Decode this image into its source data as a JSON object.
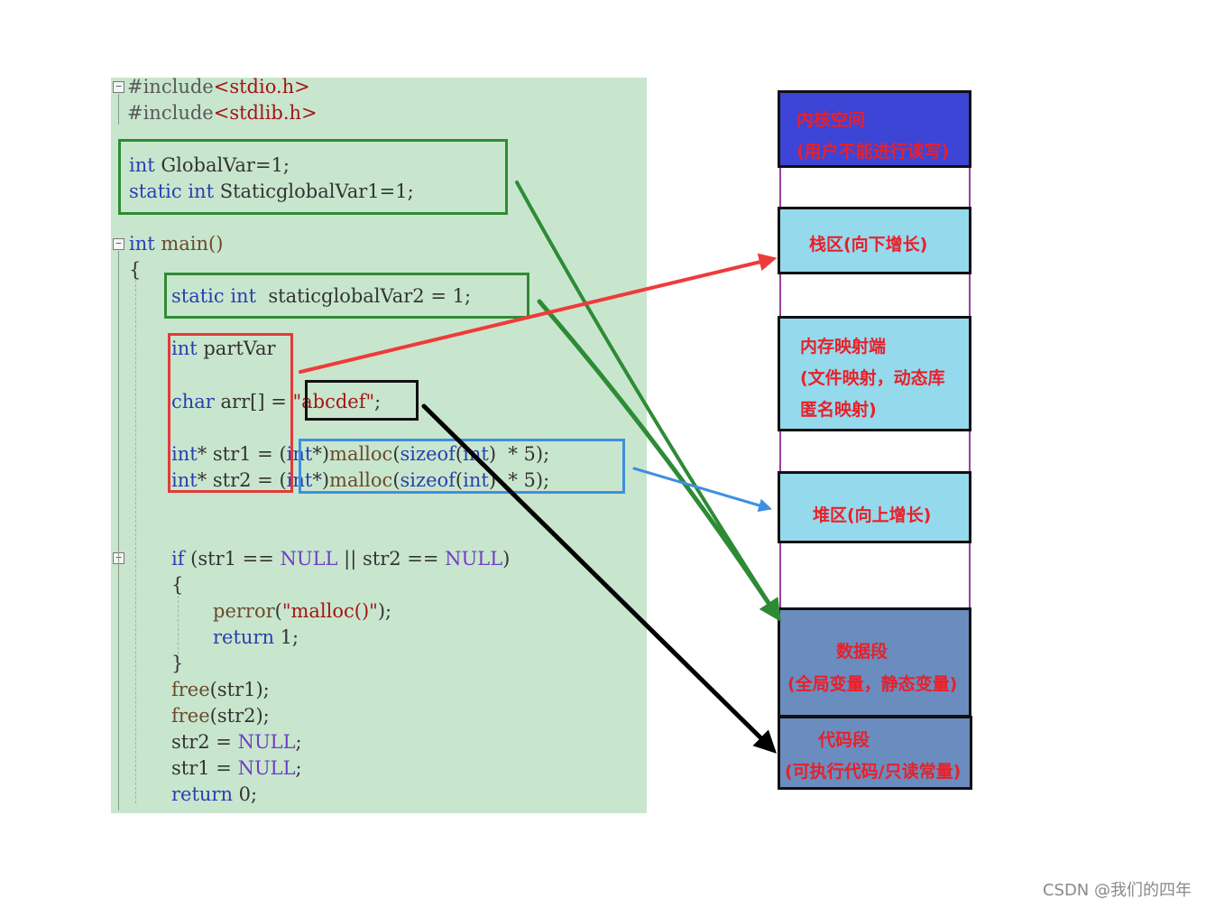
{
  "code": {
    "lines": [
      {
        "segs": [
          {
            "t": "#include",
            "c": "macro"
          },
          {
            "t": "<stdio.h>",
            "c": "str"
          }
        ]
      },
      {
        "segs": [
          {
            "t": "#include",
            "c": "macro"
          },
          {
            "t": "<stdlib.h>",
            "c": "str"
          }
        ]
      },
      {
        "segs": [
          {
            "t": "int",
            "c": "kw"
          },
          {
            "t": " GlobalVar=1;",
            "c": ""
          }
        ]
      },
      {
        "segs": [
          {
            "t": "static",
            "c": "kw"
          },
          {
            "t": " ",
            "c": ""
          },
          {
            "t": "int",
            "c": "kw"
          },
          {
            "t": " StaticglobalVar1=1;",
            "c": ""
          }
        ]
      },
      {
        "segs": [
          {
            "t": "int",
            "c": "kw"
          },
          {
            "t": " main()",
            "c": "fn"
          }
        ]
      },
      {
        "segs": [
          {
            "t": "{",
            "c": ""
          }
        ]
      },
      {
        "segs": [
          {
            "t": "static",
            "c": "kw"
          },
          {
            "t": " ",
            "c": ""
          },
          {
            "t": "int",
            "c": "kw"
          },
          {
            "t": "  staticglobalVar2 = 1;",
            "c": ""
          }
        ]
      },
      {
        "segs": [
          {
            "t": "int",
            "c": "kw"
          },
          {
            "t": " partVar",
            "c": ""
          }
        ]
      },
      {
        "segs": [
          {
            "t": "char",
            "c": "kw"
          },
          {
            "t": " arr[] = ",
            "c": ""
          },
          {
            "t": "\"abcdef\"",
            "c": "str"
          },
          {
            "t": ";",
            "c": ""
          }
        ]
      },
      {
        "segs": [
          {
            "t": "int",
            "c": "kw"
          },
          {
            "t": "* str1 = ",
            "c": ""
          },
          {
            "t": "(",
            "c": ""
          },
          {
            "t": "int",
            "c": "kw"
          },
          {
            "t": "*)",
            "c": ""
          },
          {
            "t": "malloc",
            "c": "fn"
          },
          {
            "t": "(",
            "c": ""
          },
          {
            "t": "sizeof",
            "c": "kw"
          },
          {
            "t": "(",
            "c": ""
          },
          {
            "t": "int",
            "c": "kw"
          },
          {
            "t": ")  * 5);",
            "c": ""
          }
        ]
      },
      {
        "segs": [
          {
            "t": "int",
            "c": "kw"
          },
          {
            "t": "* str2 = ",
            "c": ""
          },
          {
            "t": "(",
            "c": ""
          },
          {
            "t": "int",
            "c": "kw"
          },
          {
            "t": "*)",
            "c": ""
          },
          {
            "t": "malloc",
            "c": "fn"
          },
          {
            "t": "(",
            "c": ""
          },
          {
            "t": "sizeof",
            "c": "kw"
          },
          {
            "t": "(",
            "c": ""
          },
          {
            "t": "int",
            "c": "kw"
          },
          {
            "t": ")  * 5);",
            "c": ""
          }
        ]
      },
      {
        "segs": [
          {
            "t": "if",
            "c": "kw"
          },
          {
            "t": " (str1 == ",
            "c": ""
          },
          {
            "t": "NULL",
            "c": "nul"
          },
          {
            "t": " || str2 == ",
            "c": ""
          },
          {
            "t": "NULL",
            "c": "nul"
          },
          {
            "t": ")",
            "c": ""
          }
        ]
      },
      {
        "segs": [
          {
            "t": "{",
            "c": ""
          }
        ]
      },
      {
        "segs": [
          {
            "t": "perror",
            "c": "fn"
          },
          {
            "t": "(",
            "c": ""
          },
          {
            "t": "\"malloc()\"",
            "c": "str"
          },
          {
            "t": ");",
            "c": ""
          }
        ]
      },
      {
        "segs": [
          {
            "t": "return",
            "c": "kw"
          },
          {
            "t": " 1;",
            "c": ""
          }
        ]
      },
      {
        "segs": [
          {
            "t": "}",
            "c": ""
          }
        ]
      },
      {
        "segs": [
          {
            "t": "free",
            "c": "fn"
          },
          {
            "t": "(str1);",
            "c": ""
          }
        ]
      },
      {
        "segs": [
          {
            "t": "free",
            "c": "fn"
          },
          {
            "t": "(str2);",
            "c": ""
          }
        ]
      },
      {
        "segs": [
          {
            "t": "str2 = ",
            "c": ""
          },
          {
            "t": "NULL",
            "c": "nul"
          },
          {
            "t": ";",
            "c": ""
          }
        ]
      },
      {
        "segs": [
          {
            "t": "str1 = ",
            "c": ""
          },
          {
            "t": "NULL",
            "c": "nul"
          },
          {
            "t": ";",
            "c": ""
          }
        ]
      },
      {
        "segs": [
          {
            "t": "return",
            "c": "kw"
          },
          {
            "t": " 0;",
            "c": ""
          }
        ]
      }
    ]
  },
  "memory_segments": [
    {
      "lines": [
        "内核空间",
        "(用户不能进行读写)"
      ],
      "fill": "#3d45d6"
    },
    {
      "lines": [
        "栈区(向下增长)"
      ],
      "fill": "#95d9ec"
    },
    {
      "lines": [
        "内存映射端",
        "(文件映射，动态库",
        "匿名映射)"
      ],
      "fill": "#95d9ec"
    },
    {
      "lines": [
        "堆区(向上增长)"
      ],
      "fill": "#95d9ec"
    },
    {
      "lines": [
        "数据段",
        "(全局变量，静态变量)"
      ],
      "fill": "#6b8cbe"
    },
    {
      "lines": [
        "代码段",
        "(可执行代码/只读常量)"
      ],
      "fill": "#6b8cbe"
    }
  ],
  "colors": {
    "green": "#2e8b35",
    "red": "#f03a3a",
    "black": "#000000",
    "blue": "#3f8fe0"
  },
  "footer": {
    "watermark": "CSDN @我们的四年"
  }
}
